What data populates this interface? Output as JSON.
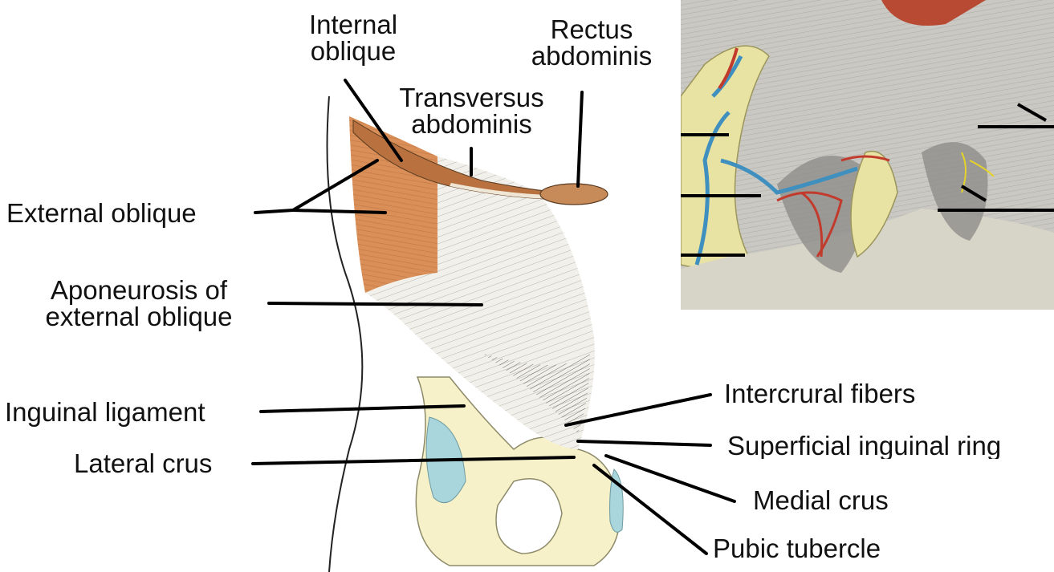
{
  "labels": {
    "internal_oblique": [
      "Internal",
      "oblique"
    ],
    "rectus_abdominis": [
      "Rectus",
      "abdominis"
    ],
    "transversus_abdominis": [
      "Transversus",
      "abdominis"
    ],
    "external_oblique": "External oblique",
    "aponeurosis": [
      "Aponeurosis of",
      "external oblique"
    ],
    "inguinal_ligament": "Inguinal ligament",
    "lateral_crus": "Lateral crus",
    "intercrural_fibers": "Intercrural fibers",
    "superficial_inguinal_ring": "Superficial inguinal ring",
    "medial_crus": "Medial crus",
    "pubic_tubercle": "Pubic tubercle"
  },
  "colors": {
    "muscle_orange": "#d98f57",
    "aponeurosis_bg": "#f2f0ea",
    "bone_yellow": "#f6f1c8",
    "cartilage_blue": "#a9d6dd",
    "leader_line": "#000000",
    "inset_tissue": "#c9c8c2",
    "inset_fat": "#e9e3a3",
    "inset_vein": "#3f8fbf",
    "inset_artery": "#c23a2c"
  },
  "icons": [
    "anatomical-illustration",
    "inset-photo-illustration"
  ]
}
